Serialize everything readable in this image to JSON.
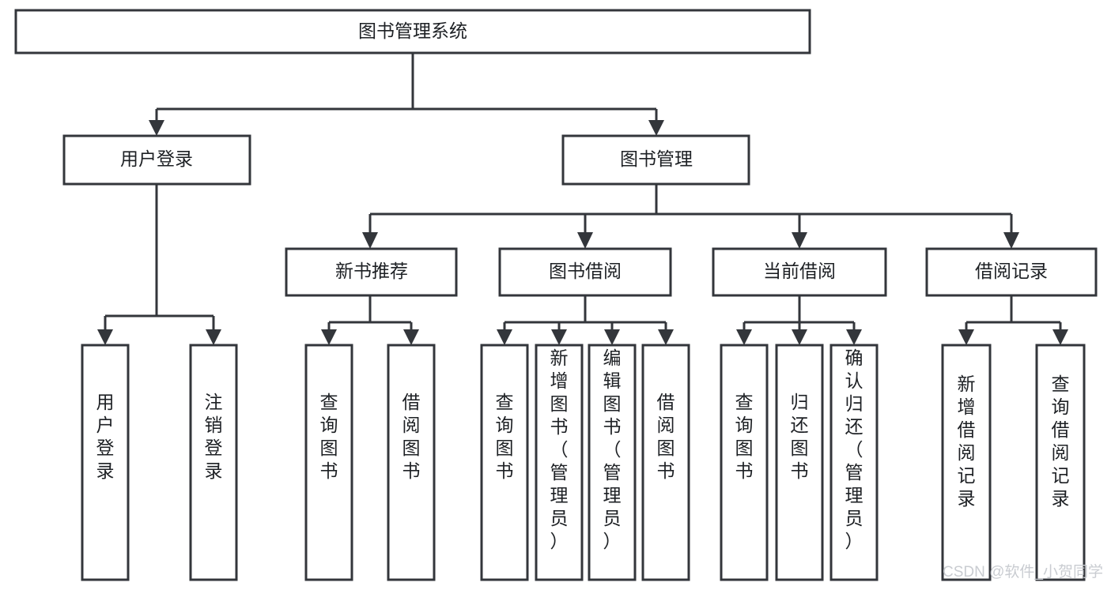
{
  "diagram": {
    "title": "图书管理系统",
    "type": "tree-hierarchy",
    "watermark": "CSDN @软件_小贺同学",
    "colors": {
      "stroke": "#33363b",
      "box_fill": "#ffffff",
      "text": "#1d2024",
      "background": "#ffffff",
      "watermark": "#c9ccd1"
    },
    "levels": [
      {
        "level": 1,
        "nodes": [
          {
            "id": "root",
            "label": "图书管理系统",
            "orientation": "horizontal"
          }
        ]
      },
      {
        "level": 2,
        "nodes": [
          {
            "id": "login",
            "label": "用户登录",
            "orientation": "horizontal",
            "parent": "root"
          },
          {
            "id": "bookmgmt",
            "label": "图书管理",
            "orientation": "horizontal",
            "parent": "root"
          }
        ]
      },
      {
        "level": 3,
        "nodes": [
          {
            "id": "newbook",
            "label": "新书推荐",
            "orientation": "horizontal",
            "parent": "bookmgmt"
          },
          {
            "id": "borrow",
            "label": "图书借阅",
            "orientation": "horizontal",
            "parent": "bookmgmt"
          },
          {
            "id": "current",
            "label": "当前借阅",
            "orientation": "horizontal",
            "parent": "bookmgmt"
          },
          {
            "id": "records",
            "label": "借阅记录",
            "orientation": "horizontal",
            "parent": "bookmgmt"
          }
        ]
      },
      {
        "level": 4,
        "nodes": [
          {
            "id": "leaf-user-login",
            "label": "用户登录",
            "orientation": "vertical",
            "parent": "login"
          },
          {
            "id": "leaf-user-logout",
            "label": "注销登录",
            "orientation": "vertical",
            "parent": "login"
          },
          {
            "id": "leaf-query-book-1",
            "label": "查询图书",
            "orientation": "vertical",
            "parent": "newbook"
          },
          {
            "id": "leaf-borrow-book-1",
            "label": "借阅图书",
            "orientation": "vertical",
            "parent": "newbook"
          },
          {
            "id": "leaf-query-book-2",
            "label": "查询图书",
            "orientation": "vertical",
            "parent": "borrow"
          },
          {
            "id": "leaf-add-book",
            "label": "新增图书（管理员）",
            "orientation": "vertical",
            "parent": "borrow"
          },
          {
            "id": "leaf-edit-book",
            "label": "编辑图书（管理员）",
            "orientation": "vertical",
            "parent": "borrow"
          },
          {
            "id": "leaf-borrow-book-2",
            "label": "借阅图书",
            "orientation": "vertical",
            "parent": "borrow"
          },
          {
            "id": "leaf-query-book-3",
            "label": "查询图书",
            "orientation": "vertical",
            "parent": "current"
          },
          {
            "id": "leaf-return-book",
            "label": "归还图书",
            "orientation": "vertical",
            "parent": "current"
          },
          {
            "id": "leaf-confirm-return",
            "label": "确认归还（管理员）",
            "orientation": "vertical",
            "parent": "current"
          },
          {
            "id": "leaf-add-record",
            "label": "新增借阅记录",
            "orientation": "vertical",
            "parent": "records"
          },
          {
            "id": "leaf-query-record",
            "label": "查询借阅记录",
            "orientation": "vertical",
            "parent": "records"
          }
        ]
      }
    ]
  },
  "chart_data": {
    "type": "table",
    "title": "图书管理系统",
    "nodes": [
      {
        "label": "图书管理系统",
        "level": 1,
        "children": [
          "用户登录",
          "图书管理"
        ]
      },
      {
        "label": "用户登录",
        "level": 2,
        "children": [
          "用户登录",
          "注销登录"
        ]
      },
      {
        "label": "图书管理",
        "level": 2,
        "children": [
          "新书推荐",
          "图书借阅",
          "当前借阅",
          "借阅记录"
        ]
      },
      {
        "label": "新书推荐",
        "level": 3,
        "children": [
          "查询图书",
          "借阅图书"
        ]
      },
      {
        "label": "图书借阅",
        "level": 3,
        "children": [
          "查询图书",
          "新增图书（管理员）",
          "编辑图书（管理员）",
          "借阅图书"
        ]
      },
      {
        "label": "当前借阅",
        "level": 3,
        "children": [
          "查询图书",
          "归还图书",
          "确认归还（管理员）"
        ]
      },
      {
        "label": "借阅记录",
        "level": 3,
        "children": [
          "新增借阅记录",
          "查询借阅记录"
        ]
      }
    ]
  }
}
